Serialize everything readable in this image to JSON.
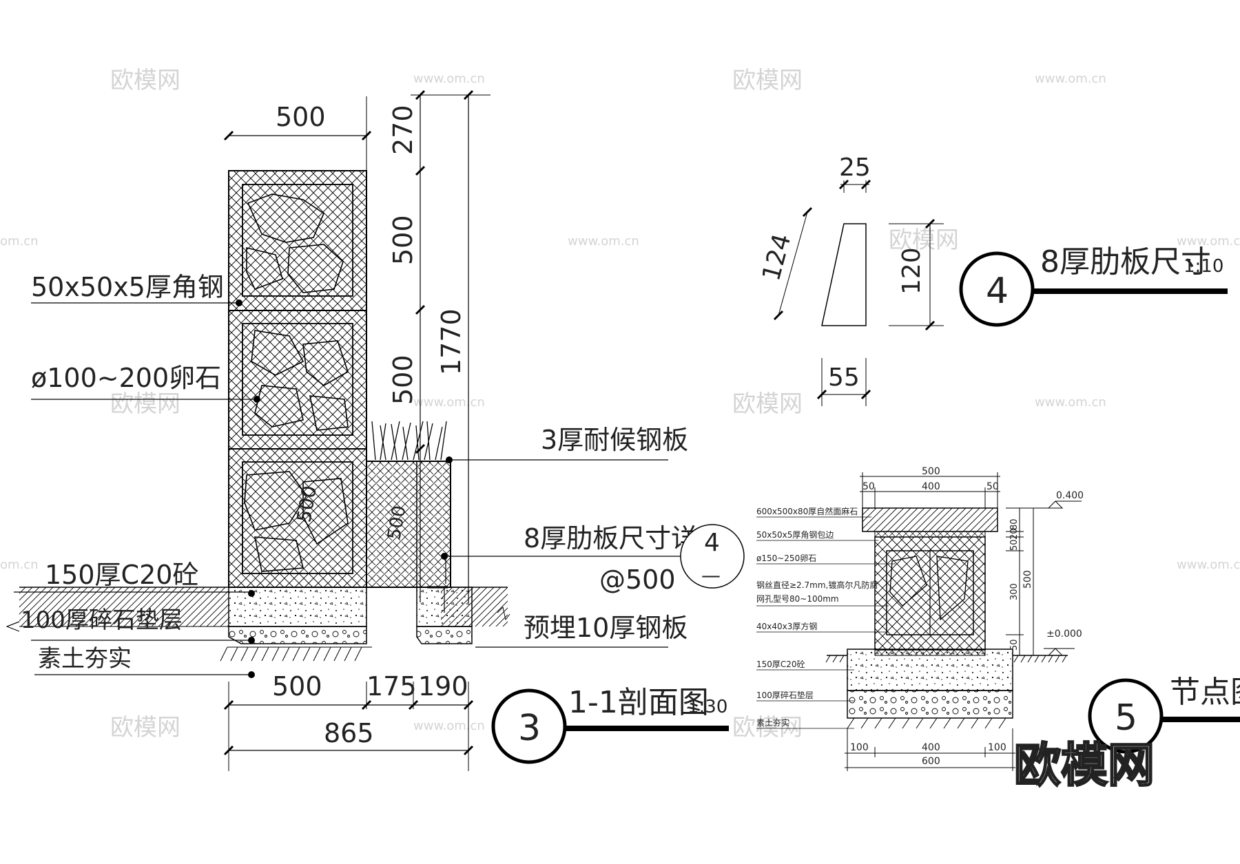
{
  "section": {
    "dims": {
      "top_width": "500",
      "h1": "270",
      "h2": "500",
      "h3": "500",
      "total": "1770",
      "box_label": "500",
      "box_label_right": "500",
      "bottom1": "500",
      "bottom2": "175",
      "bottom3": "190",
      "bottom_total": "865"
    },
    "labels": {
      "angle_steel": "50x50x5厚角钢",
      "cobble": "ø100~200卵石",
      "corten": "3厚耐候钢板",
      "rib": "8厚肋板尺寸详",
      "rib_spacing": "@500",
      "concrete": "150厚C20砼",
      "gravel": "100厚碎石垫层",
      "soil": "素土夯实",
      "embedded": "预埋10厚钢板"
    },
    "ref_circle": {
      "num": "4",
      "dash": "—"
    },
    "title": {
      "num": "3",
      "text": "1-1剖面图",
      "scale": "1:30"
    }
  },
  "rib_detail": {
    "dims": {
      "top": "25",
      "slant": "124",
      "height": "120",
      "bottom": "55"
    },
    "title": {
      "num": "4",
      "text": "8厚肋板尺寸",
      "scale": "1:10"
    }
  },
  "node_detail": {
    "dims": {
      "top_total": "500",
      "top_left": "50",
      "top_mid": "400",
      "top_right": "50",
      "right_80": "80",
      "right_20": "20",
      "right_50a": "50",
      "right_300": "300",
      "right_50b": "50",
      "right_total": "500",
      "level_top": "0.400",
      "level_zero": "±0.000",
      "bottom_left": "100",
      "bottom_mid": "400",
      "bottom_right": "100",
      "bottom_total": "600"
    },
    "labels": {
      "stone": "600x500x80厚自然面麻石",
      "angle": "50x50x5厚角钢包边",
      "cobble": "ø150~250卵石",
      "wire1": "钢丝直径≥2.7mm,镀高尔凡防腐",
      "wire2": "网孔型号80~100mm",
      "tube": "40x40x3厚方钢",
      "concrete": "150厚C20砼",
      "gravel": "100厚碎石垫层",
      "soil": "素土夯实"
    },
    "title": {
      "num": "5",
      "text": "节点图"
    }
  },
  "watermarks": {
    "brand": "欧模网",
    "site": "www.om.cn",
    "site_short": "om.cn"
  }
}
